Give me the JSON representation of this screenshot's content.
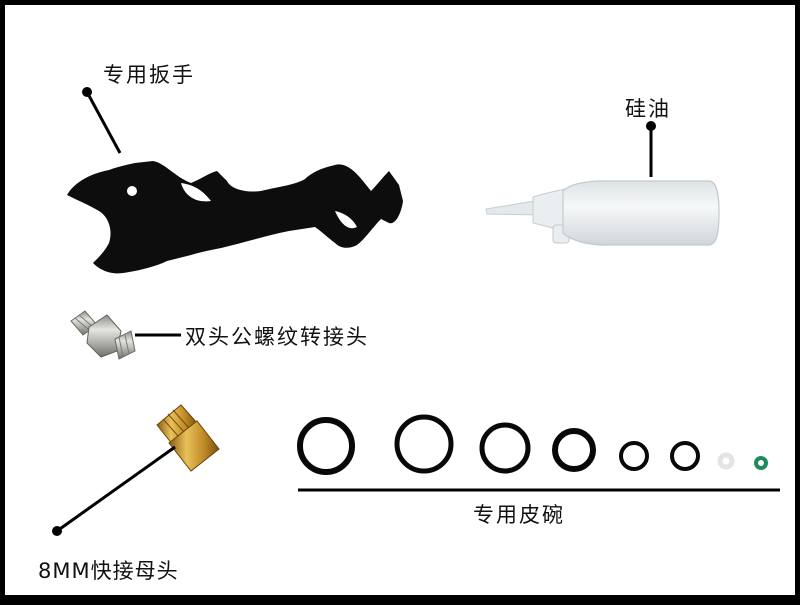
{
  "labels": {
    "wrench": "专用扳手",
    "silicone_oil": "硅油",
    "adapter": "双头公螺纹转接头",
    "quick_coupler": "8MM快接母头",
    "seals": "专用皮碗"
  },
  "colors": {
    "background": "#ffffff",
    "border": "#000000",
    "wrench": "#0d0d0d",
    "brass": "#c99a2e",
    "steel": "#b9b9b4",
    "bottle": "#eef2f4",
    "o_ring_black": "#080808",
    "o_ring_green": "#1f8a5c"
  },
  "icons": [
    "wrench-icon",
    "oil-bottle-icon",
    "adapter-fitting-icon",
    "quick-coupler-icon",
    "o-ring-icon"
  ]
}
